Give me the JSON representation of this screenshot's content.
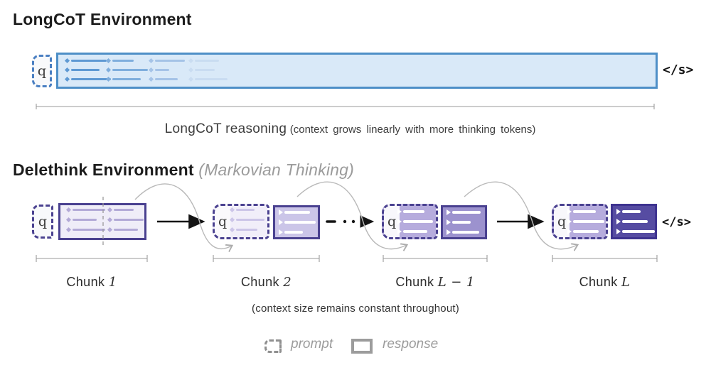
{
  "longcot": {
    "title": "LongCoT Environment",
    "prompt_label": "q",
    "eos_label": "</s>",
    "caption": "LongCoT reasoning",
    "caption_note": "(context grows linearly with more thinking tokens)"
  },
  "delethink": {
    "title": "Delethink Environment",
    "subtitle": "(Markovian Thinking)",
    "eos_label": "</s>",
    "caption": "(context size remains constant throughout)",
    "chunks": [
      {
        "prompt_label": "q",
        "label_prefix": "Chunk",
        "label_math": "1"
      },
      {
        "prompt_label": "q",
        "label_prefix": "Chunk",
        "label_math": "2"
      },
      {
        "prompt_label": "q",
        "label_prefix": "Chunk",
        "label_math": "L − 1"
      },
      {
        "prompt_label": "q",
        "label_prefix": "Chunk",
        "label_math": "L"
      }
    ]
  },
  "legend": {
    "prompt": "prompt",
    "response": "response"
  },
  "colors": {
    "blue_border": "#4E8FC7",
    "blue_fill": "#D9E9F8",
    "purple_border": "#4A4190",
    "purple_pale_fill": "#EFEDF8",
    "purple_light_fill": "#CBC5E8",
    "purple_mid_fill": "#9C92CE",
    "purple_deep_fill": "#B6ACDD",
    "purple_dark_fill": "#564CA2",
    "gray_line": "#B9B9B9"
  }
}
